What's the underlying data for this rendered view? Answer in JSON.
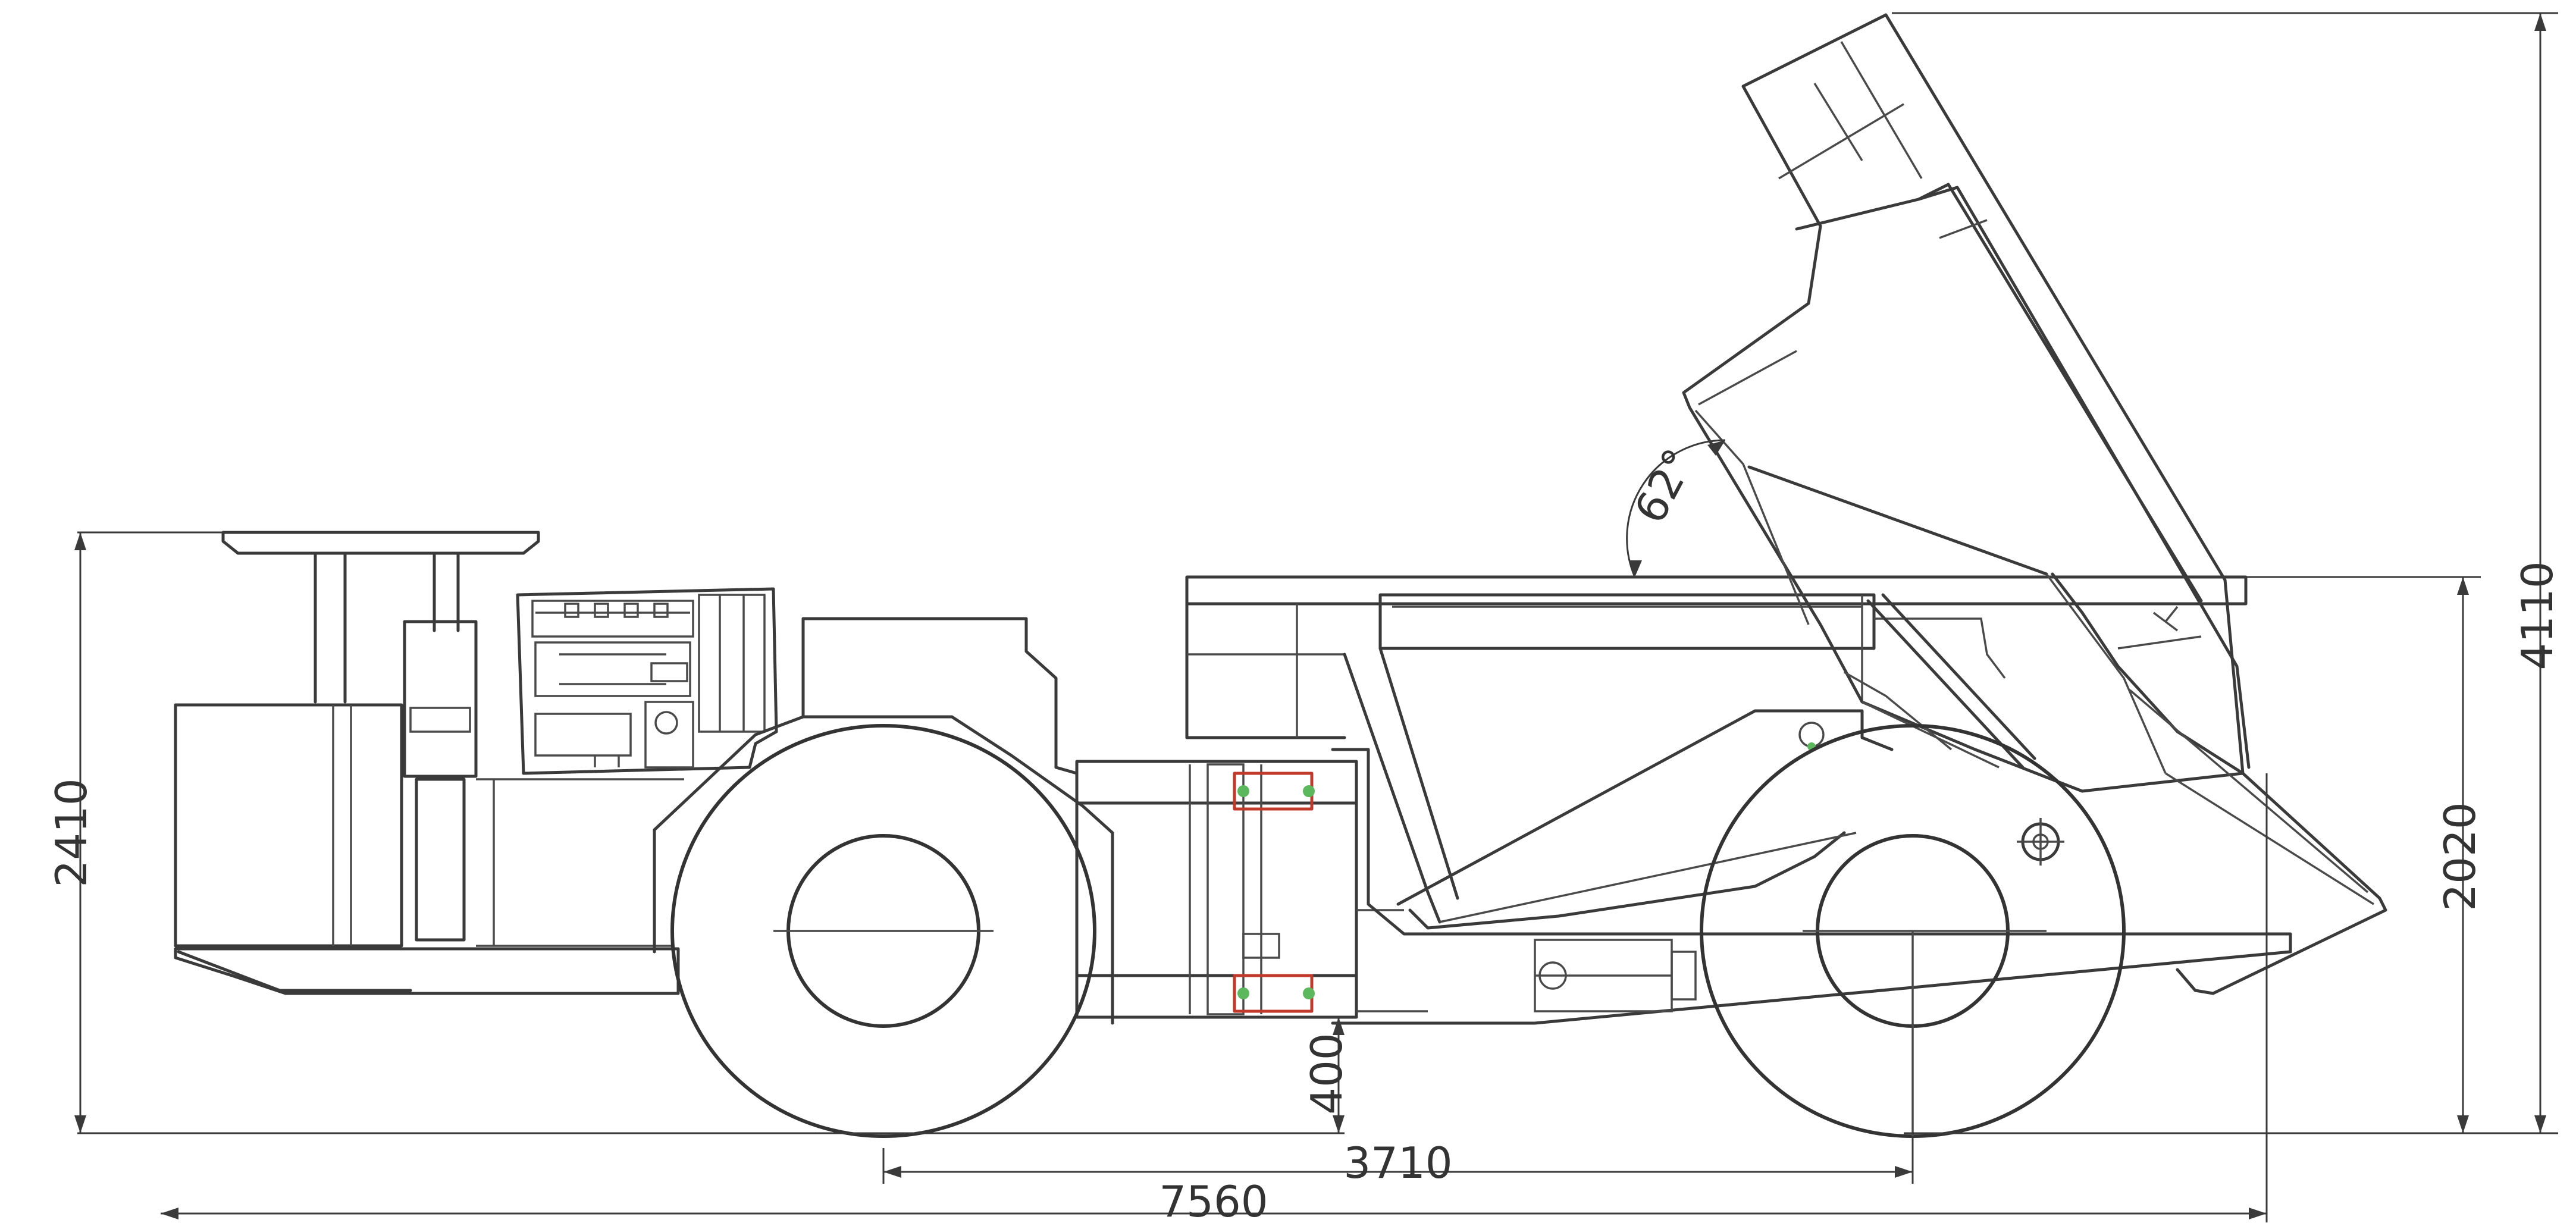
{
  "dimensions": {
    "overall_height_tipped": "4110",
    "overall_height_cab": "2410",
    "body_height": "2020",
    "ground_clearance": "400",
    "wheelbase": "3710",
    "overall_length": "7560",
    "tip_angle": "62°"
  },
  "colors": {
    "line": "#3a3a3a",
    "background": "#ffffff",
    "accent_red": "#c0392b",
    "accent_green": "#5cb85c"
  }
}
